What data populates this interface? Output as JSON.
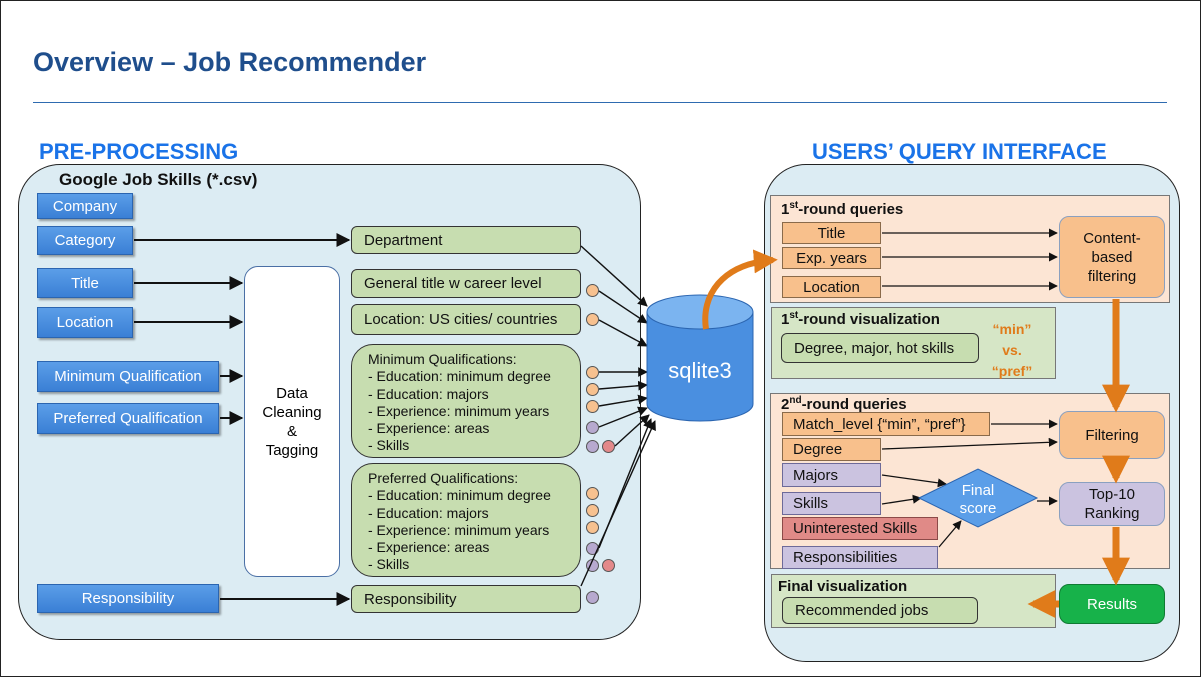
{
  "title": "Overview – Job Recommender",
  "left": {
    "heading": "PRE-PROCESSING",
    "csv_label": "Google Job Skills (*.csv)",
    "inputs": {
      "company": "Company",
      "category": "Category",
      "title": "Title",
      "location": "Location",
      "min_qual": "Minimum Qualification",
      "pref_qual": "Preferred Qualification",
      "responsibility": "Responsibility"
    },
    "cleaning": [
      "Data",
      "Cleaning",
      "&",
      "Tagging"
    ],
    "outputs": {
      "department": "Department",
      "general_title": "General title w career level",
      "location": "Location: US cities/ countries",
      "responsibility": "Responsibility"
    },
    "min_quals": {
      "header": "Minimum Qualifications:",
      "items": [
        "-    Education: minimum degree",
        "-    Education: majors",
        "-    Experience: minimum years",
        "-    Experience: areas",
        "-    Skills"
      ]
    },
    "pref_quals": {
      "header": "Preferred Qualifications:",
      "items": [
        "-    Education: minimum degree",
        "-    Education: majors",
        "-    Experience: minimum years",
        "-    Experience: areas",
        "-    Skills"
      ]
    },
    "database": "sqlite3"
  },
  "right": {
    "heading": "USERS’ QUERY INTERFACE",
    "round1_queries": {
      "title_base": "1",
      "title_sup": "st",
      "title_rest": "-round queries",
      "items": [
        "Title",
        "Exp. years",
        "Location"
      ],
      "process": [
        "Content-",
        "based",
        "filtering"
      ]
    },
    "round1_vis": {
      "title_base": "1",
      "title_sup": "st",
      "title_rest": "-round visualization",
      "item": "Degree, major, hot skills",
      "min": "“min”",
      "vs": "vs.",
      "pref": "“pref”"
    },
    "round2_queries": {
      "title_base": "2",
      "title_sup": "nd",
      "title_rest": "-round queries",
      "match": "Match_level {“min”, “pref”}",
      "degree": "Degree",
      "majors": "Majors",
      "skills": "Skills",
      "uninterested": "Uninterested Skills",
      "responsibilities": "Responsibilities",
      "filtering": "Filtering",
      "final_score": [
        "Final",
        "score"
      ],
      "ranking": [
        "Top-10",
        "Ranking"
      ]
    },
    "final_vis": {
      "title": "Final visualization",
      "item": "Recommended jobs",
      "results": "Results"
    }
  },
  "colors": {
    "title_blue": "#1f4e8c",
    "heading_blue": "#1a73e8",
    "panel_bg": "#dcecf3",
    "input_blue": "#4a8fe0",
    "output_green": "#c7ddb0",
    "orange": "#f8c08c",
    "lavender": "#cbc3e0",
    "red": "#e08a87",
    "results_green": "#17b24a",
    "arrow_orange": "#e07b1a"
  }
}
